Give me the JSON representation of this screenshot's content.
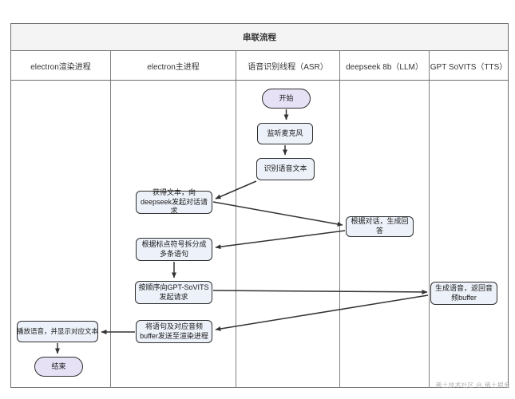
{
  "diagram": {
    "title": "串联流程",
    "lanes": [
      {
        "label": "electron渲染进程"
      },
      {
        "label": "electron主进程"
      },
      {
        "label": "语音识别线程（ASR）"
      },
      {
        "label": "deepseek 8b（LLM）"
      },
      {
        "label": "GPT SoVITS（TTS）"
      }
    ],
    "nodes": [
      {
        "id": "start",
        "label": "开始",
        "shape": "stadium",
        "lane": "语音识别线程（ASR）"
      },
      {
        "id": "listen-mic",
        "label": "监听麦克风",
        "shape": "rect",
        "lane": "语音识别线程（ASR）"
      },
      {
        "id": "recognize-text",
        "label": "识别语音文本",
        "shape": "rect",
        "lane": "语音识别线程（ASR）"
      },
      {
        "id": "get-text",
        "label": "获得文本，向deepseek发起对话请求",
        "shape": "rect",
        "lane": "electron主进程"
      },
      {
        "id": "gen-answer",
        "label": "根据对话，生成回答",
        "shape": "rect",
        "lane": "deepseek 8b（LLM）"
      },
      {
        "id": "split-sentences",
        "label": "根据标点符号拆分成多条语句",
        "shape": "rect",
        "lane": "electron主进程"
      },
      {
        "id": "request-tts",
        "label": "按顺序向GPT-SoVITS发起请求",
        "shape": "rect",
        "lane": "electron主进程"
      },
      {
        "id": "gen-voice",
        "label": "生成语音，返回音频buffer",
        "shape": "rect",
        "lane": "GPT SoVITS（TTS）"
      },
      {
        "id": "send-buffer",
        "label": "将语句及对应音频buffer发送至渲染进程",
        "shape": "rect",
        "lane": "electron主进程"
      },
      {
        "id": "play-voice",
        "label": "播放语音，并显示对应文本",
        "shape": "rect",
        "lane": "electron渲染进程"
      },
      {
        "id": "end",
        "label": "结束",
        "shape": "stadium",
        "lane": "electron渲染进程"
      }
    ],
    "edges": [
      {
        "from": "开始",
        "to": "监听麦克风"
      },
      {
        "from": "监听麦克风",
        "to": "识别语音文本"
      },
      {
        "from": "识别语音文本",
        "to": "获得文本，向deepseek发起对话请求"
      },
      {
        "from": "获得文本，向deepseek发起对话请求",
        "to": "根据对话，生成回答"
      },
      {
        "from": "根据对话，生成回答",
        "to": "根据标点符号拆分成多条语句"
      },
      {
        "from": "根据标点符号拆分成多条语句",
        "to": "按顺序向GPT-SoVITS发起请求"
      },
      {
        "from": "按顺序向GPT-SoVITS发起请求",
        "to": "生成语音，返回音频buffer"
      },
      {
        "from": "生成语音，返回音频buffer",
        "to": "将语句及对应音频buffer发送至渲染进程"
      },
      {
        "from": "将语句及对应音频buffer发送至渲染进程",
        "to": "播放语音，并显示对应文本"
      },
      {
        "from": "播放语音，并显示对应文本",
        "to": "结束"
      }
    ]
  },
  "watermark": "稀土技术社区 @ 稀土掘金",
  "colors": {
    "terminal_fill": "#e7e1f6",
    "process_fill": "#edf1f9",
    "node_border": "#2f2f2f",
    "lane_border": "#808080",
    "title_bg": "#f4f4f4",
    "arrow": "#333333",
    "watermark": "#b3b3b3"
  }
}
